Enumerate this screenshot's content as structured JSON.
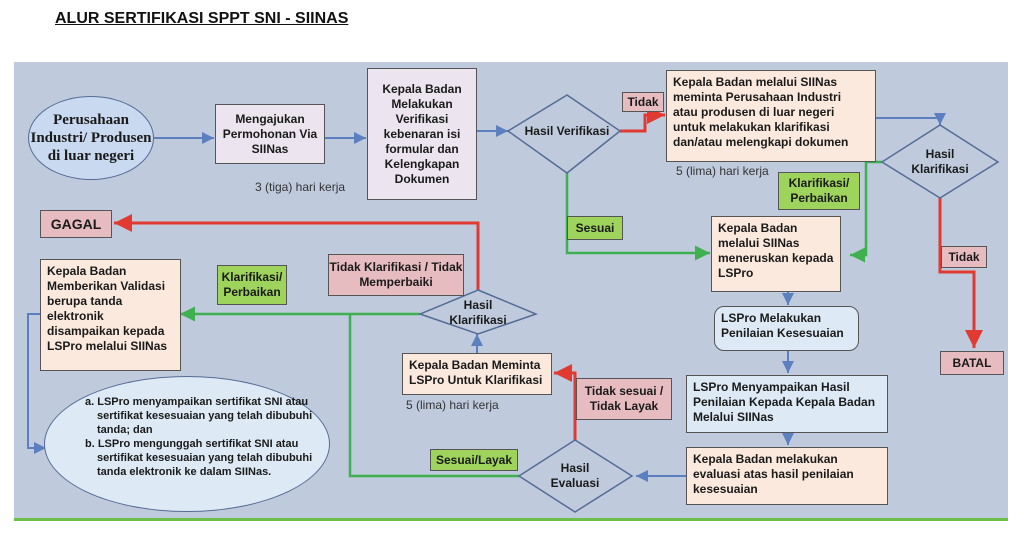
{
  "title": "ALUR SERTIFIKASI SPPT SNI - SIINAS",
  "nodes": {
    "start": "Perusahaan Industri/ Produsen di luar negeri",
    "apply": "Mengajukan Permohonan Via SIINas",
    "verify": "Kepala Badan Melakukan Verifikasi kebenaran isi formular dan Kelengkapan Dokumen",
    "decision_verify": "Hasil Verifikasi",
    "request_clarify": "Kepala Badan melalui SIINas meminta Perusahaan Industri atau produsen di luar negeri untuk melakukan klarifikasi dan/atau melengkapi dokumen",
    "decision_clarify_right": "Hasil Klarifikasi",
    "forward_lspro": "Kepala Badan melalui SIINas meneruskan kepada LSPro",
    "lspro_assess": "LSPro Melakukan Penilaian Kesesuaian",
    "lspro_report": "LSPro Menyampaikan Hasil Penilaian Kepada Kepala Badan Melalui SIINas",
    "evaluate": "Kepala Badan melakukan evaluasi atas hasil penilaian kesesuaian",
    "decision_eval": "Hasil Evaluasi",
    "request_lspro_clarify": "Kepala Badan Meminta LSPro Untuk Klarifikasi",
    "decision_clarify_mid": "Hasil Klarifikasi",
    "validate": "Kepala Badan Memberikan Validasi berupa tanda elektronik disampaikan kepada LSPro melalui SIINas",
    "gagal": "GAGAL",
    "batal": "BATAL",
    "final_items": [
      "a. LSPro menyampaikan sertifikat SNI atau sertifikat kesesuaian yang telah dibubuhi tanda; dan",
      "b. LSPro mengunggah sertifikat SNI atau sertifikat kesesuaian yang telah dibubuhi tanda elektronik ke dalam SIINas."
    ]
  },
  "labels": {
    "tidak_verify": "Tidak",
    "sesuai": "Sesuai",
    "klarifikasi_right": "Klarifikasi/ Perbaikan",
    "tidak_batal": "Tidak",
    "tidak_klarifikasi": "Tidak Klarifikasi / Tidak Memperbaiki",
    "klarifikasi_left": "Klarifikasi/ Perbaikan",
    "tidak_sesuai": "Tidak sesuai / Tidak Layak",
    "sesuai_layak": "Sesuai/Layak"
  },
  "notes": {
    "three_days": "3 (tiga) hari kerja",
    "five_days_top": "5 (lima) hari kerja",
    "five_days_mid": "5 (lima) hari kerja"
  },
  "colors": {
    "blue_flow": "#5b7fbf",
    "red_flow": "#e03a32",
    "green_flow": "#3fb050",
    "canvas": "#bfcbdc"
  }
}
